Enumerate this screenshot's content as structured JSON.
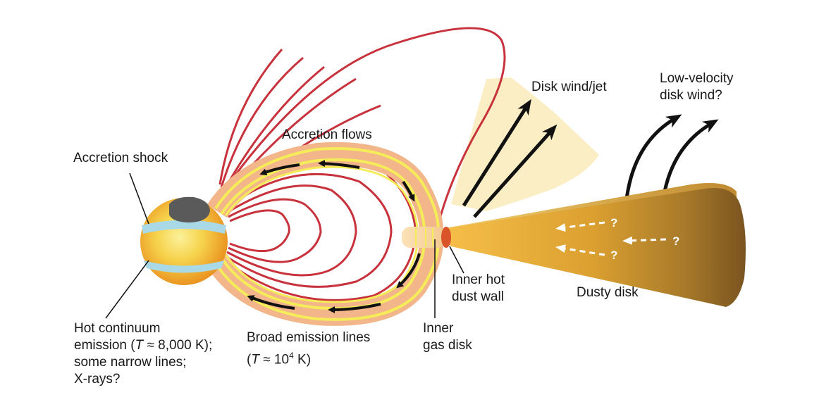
{
  "labels": {
    "accretion_shock": "Accretion shock",
    "accretion_flows": "Accretion flows",
    "disk_wind_jet": "Disk wind/jet",
    "low_velocity_line1": "Low-velocity",
    "low_velocity_line2": "disk wind?",
    "inner_hot_line1": "Inner hot",
    "inner_hot_line2": "dust wall",
    "dusty_disk": "Dusty disk",
    "inner_gas_line1": "Inner",
    "inner_gas_line2": "gas disk",
    "hot_continuum_line1": "Hot continuum",
    "hot_continuum_line2_pre": "emission (",
    "hot_continuum_line2_var": "T",
    "hot_continuum_line2_post": " ≈ 8,000 K);",
    "hot_continuum_line3": "some narrow lines;",
    "hot_continuum_line4": "X-rays?",
    "broad_line1": "Broad emission lines",
    "broad_line2_pre": "(",
    "broad_line2_var": "T",
    "broad_line2_mid": " ≈ 10",
    "broad_line2_sup": "4",
    "broad_line2_post": " K)"
  },
  "question_mark": "?",
  "colors": {
    "field_line": "#c8323c",
    "star_core": "#f6d24a",
    "star_edge": "#e88a1a",
    "hot_spot": "#5a5a5a",
    "shock_band": "#a9d9e6",
    "accretion_stream": "#f3b58a",
    "stream_highlight": "#f5ec5a",
    "wind_cone": "#fbeec4",
    "disk_inner": "#f2b13a",
    "disk_outer": "#8a5e22",
    "dust_wall": "#d9542a",
    "arrow": "#111111"
  }
}
